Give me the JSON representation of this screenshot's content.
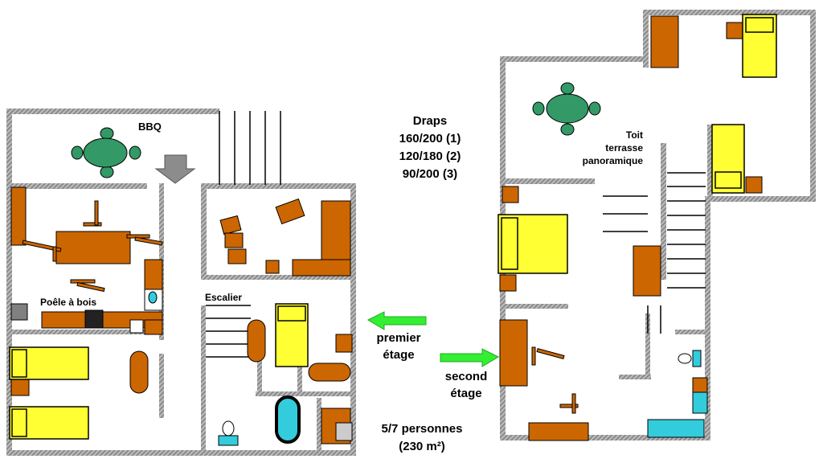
{
  "labels": {
    "bbq": "BBQ",
    "poele": "Poêle à bois",
    "escalier": "Escalier",
    "toit": [
      "Toit",
      "terrasse",
      "panoramique"
    ]
  },
  "draps": {
    "title": "Draps",
    "lines": [
      "160/200 (1)",
      "120/180 (2)",
      "90/200 (3)"
    ]
  },
  "levels": {
    "premier": [
      "premier",
      "étage"
    ],
    "second": [
      "second",
      "étage"
    ]
  },
  "capacity": {
    "persons": "5/7 personnes",
    "area": "(230 m²)"
  },
  "colors": {
    "wall": "#a6a6a6",
    "furniture": "#cc6600",
    "bed": "#ffff33",
    "table": "#339966",
    "water": "#33ccdd",
    "arrow": "#33ee33"
  }
}
